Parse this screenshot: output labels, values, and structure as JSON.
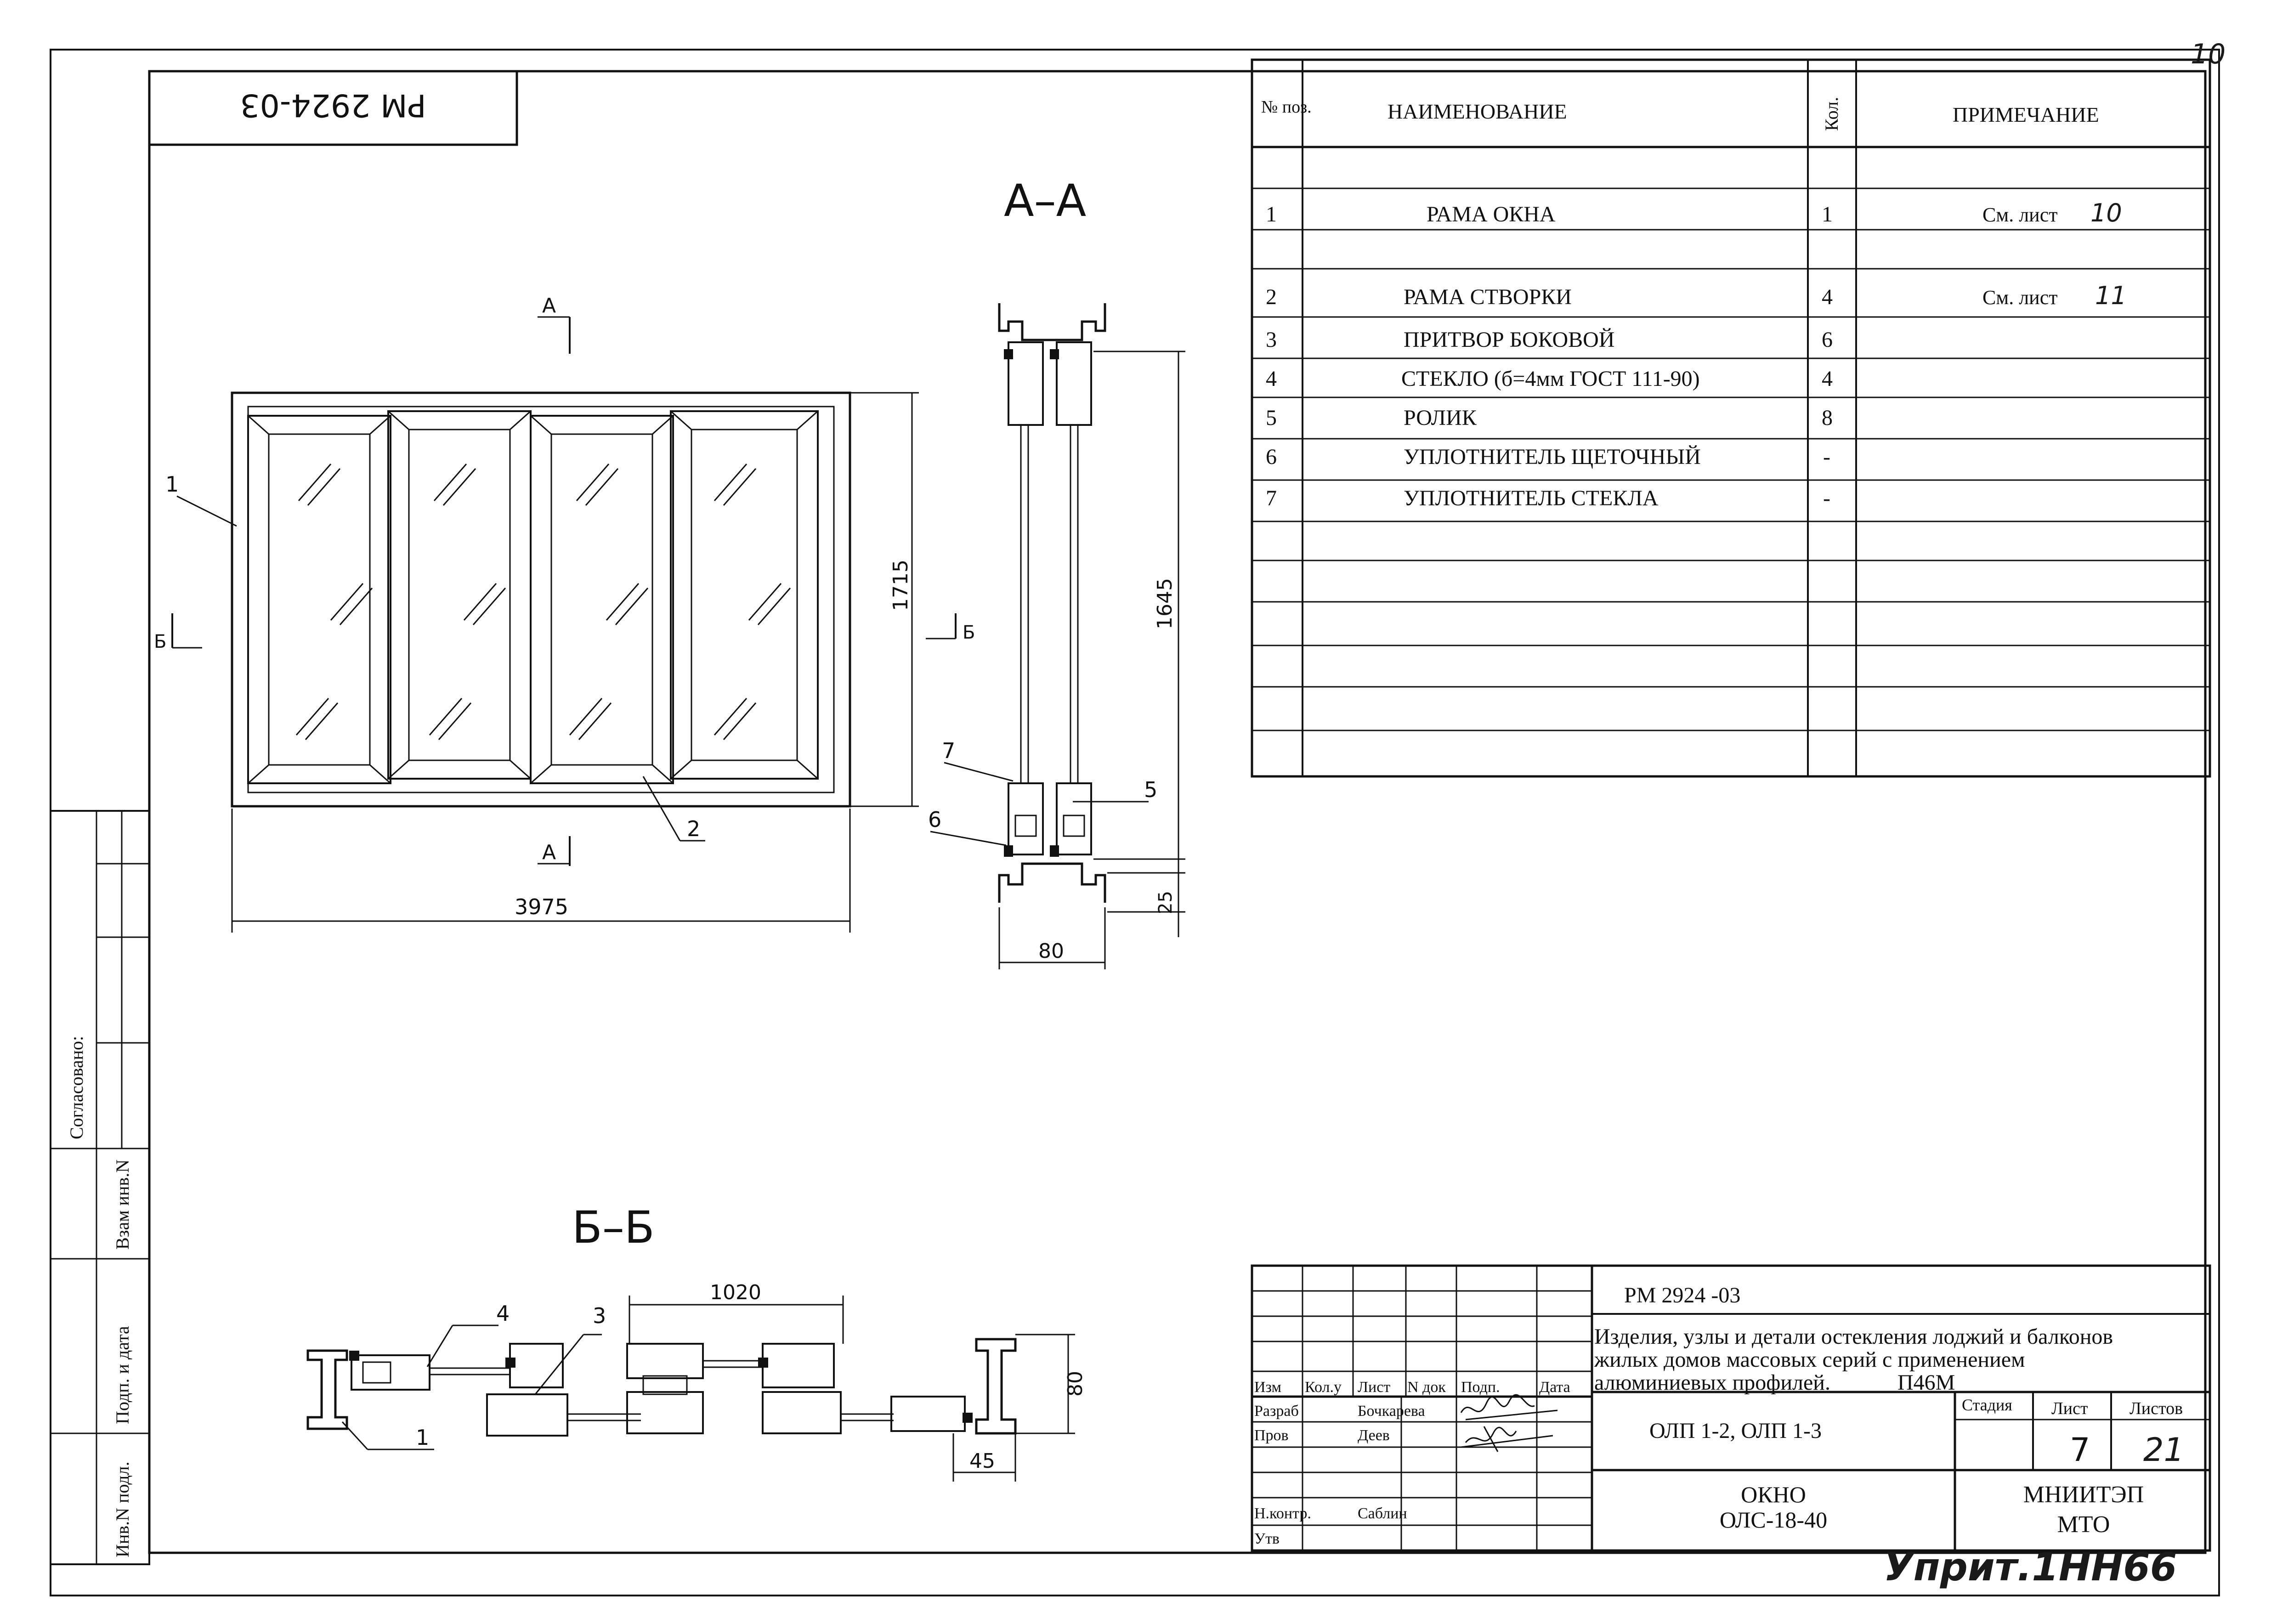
{
  "sheet": {
    "corner_number": "10",
    "stamp_code": "РМ 2924-03"
  },
  "spec_table": {
    "headers": {
      "pos": "№ поз.",
      "name": "НАИМЕНОВАНИЕ",
      "qty": "Кол.",
      "note": "ПРИМЕЧАНИЕ"
    },
    "rows": [
      {
        "pos": "1",
        "name": "РАМА ОКНА",
        "qty": "1",
        "note": "См. лист",
        "sheet": "10"
      },
      {
        "pos": "2",
        "name": "РАМА СТВОРКИ",
        "qty": "4",
        "note": "См. лист",
        "sheet": "11"
      },
      {
        "pos": "3",
        "name": "ПРИТВОР БОКОВОЙ",
        "qty": "6",
        "note": "",
        "sheet": ""
      },
      {
        "pos": "4",
        "name": "СТЕКЛО (б=4мм ГОСТ 111-90)",
        "qty": "4",
        "note": "",
        "sheet": ""
      },
      {
        "pos": "5",
        "name": "РОЛИК",
        "qty": "8",
        "note": "",
        "sheet": ""
      },
      {
        "pos": "6",
        "name": "УПЛОТНИТЕЛЬ ЩЕТОЧНЫЙ",
        "qty": "-",
        "note": "",
        "sheet": ""
      },
      {
        "pos": "7",
        "name": "УПЛОТНИТЕЛЬ СТЕКЛА",
        "qty": "-",
        "note": "",
        "sheet": ""
      }
    ]
  },
  "drawing": {
    "section_aa": "А–А",
    "section_bb": "Б–Б",
    "cut_a": "А",
    "cut_b": "Б",
    "dims": {
      "width": "3975",
      "height": "1715",
      "section_height": "1645",
      "section_width": "80",
      "rail": "25",
      "sash": "1020",
      "plan_depth": "80",
      "plan_edge": "45"
    },
    "callouts": {
      "c1": "1",
      "c2": "2",
      "c3": "3",
      "c4": "4",
      "c5": "5",
      "c6": "6",
      "c7": "7",
      "c1b": "1"
    }
  },
  "side_block": {
    "agreed": "Согласовано:",
    "replace_inv": "Взам инв.N",
    "sign_date": "Подп. и дата",
    "inv_orig": "Инв.N подл."
  },
  "title_block": {
    "doc_code": "РМ 2924 -03",
    "description_1": "Изделия, узлы и детали остекления лоджий и балконов",
    "description_2": "жилых домов массовых серий с применением",
    "description_3": "алюминиевых профилей.",
    "profile": "П46М",
    "cols": [
      "Изм",
      "Кол.у",
      "Лист",
      "N док",
      "Подп.",
      "Дата"
    ],
    "roles": [
      {
        "role": "Разраб",
        "name": "Бочкарева"
      },
      {
        "role": "Пров",
        "name": "Деев"
      },
      {
        "role": "Н.контр.",
        "name": "Саблин"
      },
      {
        "role": "Утв",
        "name": ""
      }
    ],
    "product_codes": "ОЛП 1-2,  ОЛП 1-3",
    "product_name": "ОКНО",
    "product_model": "ОЛС-18-40",
    "stage_label": "Стадия",
    "sheet_label": "Лист",
    "sheets_label": "Листов",
    "sheet_no": "7",
    "sheets_total": "21",
    "org_1": "МНИИТЭП",
    "org_2": "МТО",
    "stamp_handwritten": "Уприт.1НН66"
  }
}
